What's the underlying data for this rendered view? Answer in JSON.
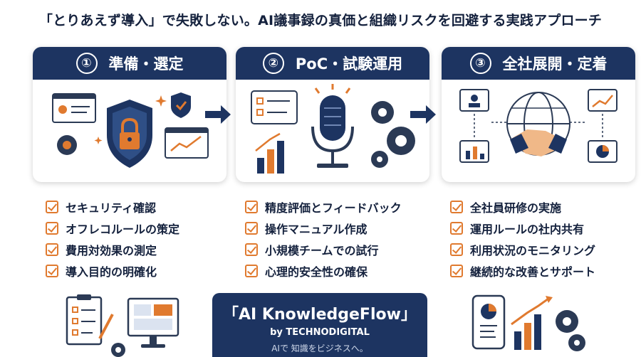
{
  "title": "「とりあえず導入」で失敗しない。AI議事録の真価と組織リスクを回避する実践アプローチ",
  "steps": [
    {
      "number": "①",
      "label": "準備・選定",
      "items": [
        "セキュリティ確認",
        "オフレコルールの策定",
        "費用対効果の測定",
        "導入目的の明確化"
      ]
    },
    {
      "number": "②",
      "label": "PoC・試験運用",
      "items": [
        "精度評価とフィードバック",
        "操作マニュアル作成",
        "小規模チームでの試行",
        "心理的安全性の確保"
      ]
    },
    {
      "number": "③",
      "label": "全社展開・定着",
      "items": [
        "全社員研修の実施",
        "運用ルールの社内共有",
        "利用状況のモニタリング",
        "継続的な改善とサポート"
      ]
    }
  ],
  "brand": {
    "name": "「AI KnowledgeFlow」",
    "by": "by TECHNODIGITAL",
    "tagline": "AIで 知識をビジネスへ。"
  },
  "colors": {
    "navy": "#1d3461",
    "accent": "#e07a2f",
    "line": "#2b3a55"
  },
  "icons": {
    "step1": "security-shield-lock-icon",
    "step2": "microphone-analytics-icon",
    "step3": "handshake-network-icon",
    "bottom_left": "checklist-monitor-icon",
    "bottom_right": "tablet-growth-chart-icon"
  }
}
